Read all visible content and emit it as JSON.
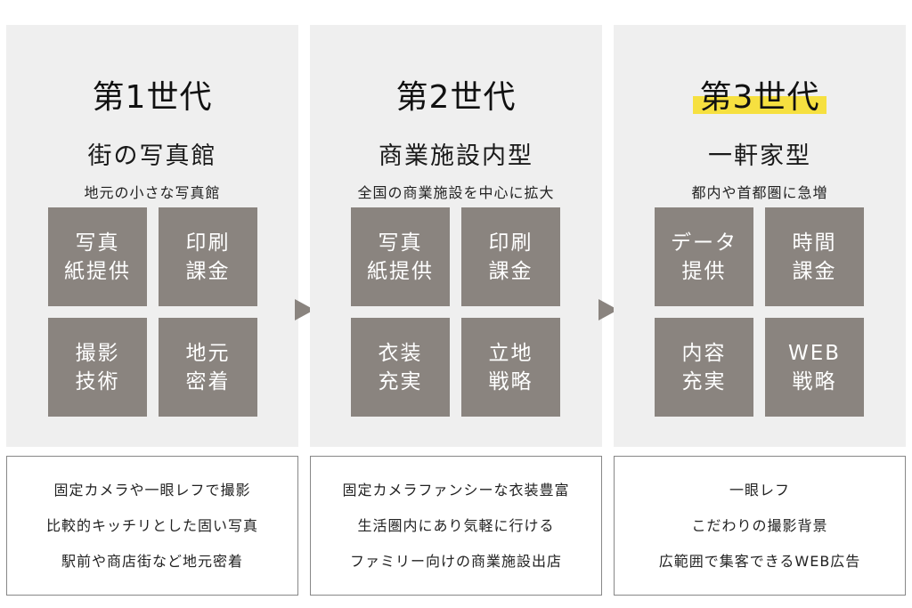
{
  "generations": [
    {
      "title": "第1世代",
      "highlight": false,
      "model": "街の写真館",
      "description": "地元の小さな写真館",
      "tiles": [
        {
          "line1": "写真",
          "line2": "紙提供"
        },
        {
          "line1": "印刷",
          "line2": "課金"
        },
        {
          "line1": "撮影",
          "line2": "技術"
        },
        {
          "line1": "地元",
          "line2": "密着"
        }
      ],
      "features": [
        "固定カメラや一眼レフで撮影",
        "比較的キッチリとした固い写真",
        "駅前や商店街など地元密着"
      ]
    },
    {
      "title": "第2世代",
      "highlight": false,
      "model": "商業施設内型",
      "description": "全国の商業施設を中心に拡大",
      "tiles": [
        {
          "line1": "写真",
          "line2": "紙提供"
        },
        {
          "line1": "印刷",
          "line2": "課金"
        },
        {
          "line1": "衣装",
          "line2": "充実"
        },
        {
          "line1": "立地",
          "line2": "戦略"
        }
      ],
      "features": [
        "固定カメラファンシーな衣装豊富",
        "生活圏内にあり気軽に行ける",
        "ファミリー向けの商業施設出店"
      ]
    },
    {
      "title": "第3世代",
      "highlight": true,
      "model": "一軒家型",
      "description": "都内や首都圏に急増",
      "tiles": [
        {
          "line1": "データ",
          "line2": "提供"
        },
        {
          "line1": "時間",
          "line2": "課金"
        },
        {
          "line1": "内容",
          "line2": "充実"
        },
        {
          "line1": "WEB",
          "line2": "戦略"
        }
      ],
      "features": [
        "一眼レフ",
        "こだわりの撮影背景",
        "広範囲で集客できるWEB広告"
      ]
    }
  ],
  "colors": {
    "panel_bg": "#efefef",
    "tile_bg": "#8a847f",
    "highlight": "#f6e040",
    "border": "#888888"
  }
}
